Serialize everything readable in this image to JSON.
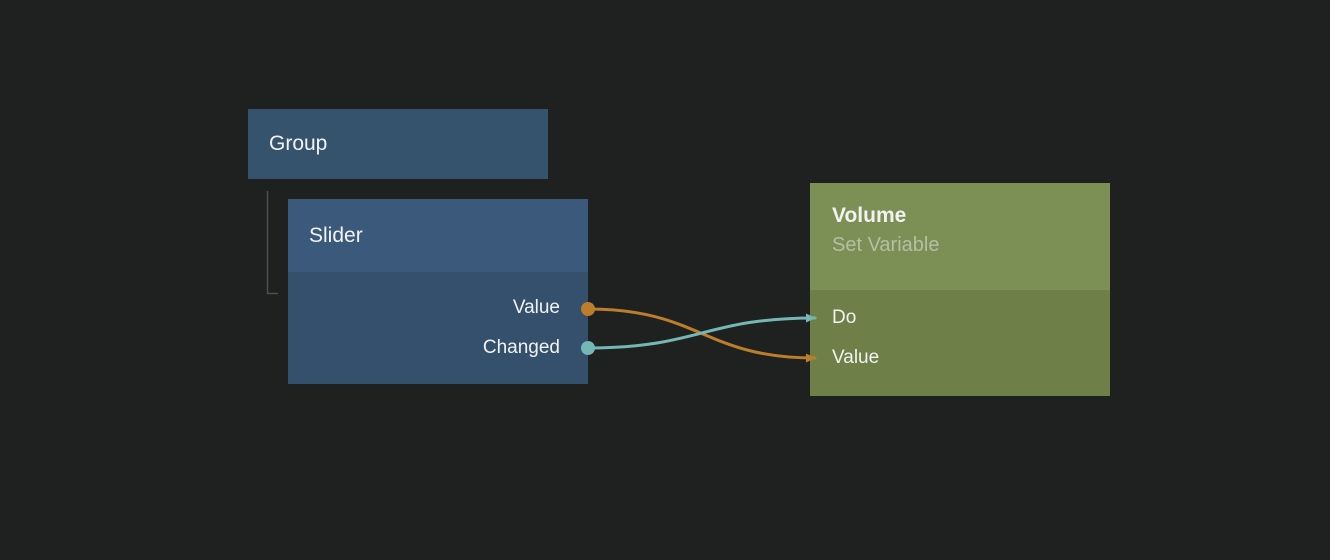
{
  "canvas": {
    "background": "#1f2020"
  },
  "connector_color": "#4e4e4e",
  "nodes": {
    "group": {
      "title": "Group",
      "color": "#36536e"
    },
    "slider": {
      "title": "Slider",
      "header_color": "#3b5a7b",
      "body_color": "#34506c",
      "outputs": [
        {
          "label": "Value",
          "port_color": "#bd7e2c"
        },
        {
          "label": "Changed",
          "port_color": "#74b7b4"
        }
      ]
    },
    "volume": {
      "title": "Volume",
      "subtitle": "Set Variable",
      "subtitle_color": "#b4bfa4",
      "header_color": "#7c9055",
      "body_color": "#6e8048",
      "inputs": [
        {
          "label": "Do"
        },
        {
          "label": "Value"
        }
      ]
    }
  },
  "wires": [
    {
      "from": "Slider.Value",
      "to": "Volume.Value",
      "color": "#bd7e2c"
    },
    {
      "from": "Slider.Changed",
      "to": "Volume.Do",
      "color": "#74b7b4"
    }
  ]
}
